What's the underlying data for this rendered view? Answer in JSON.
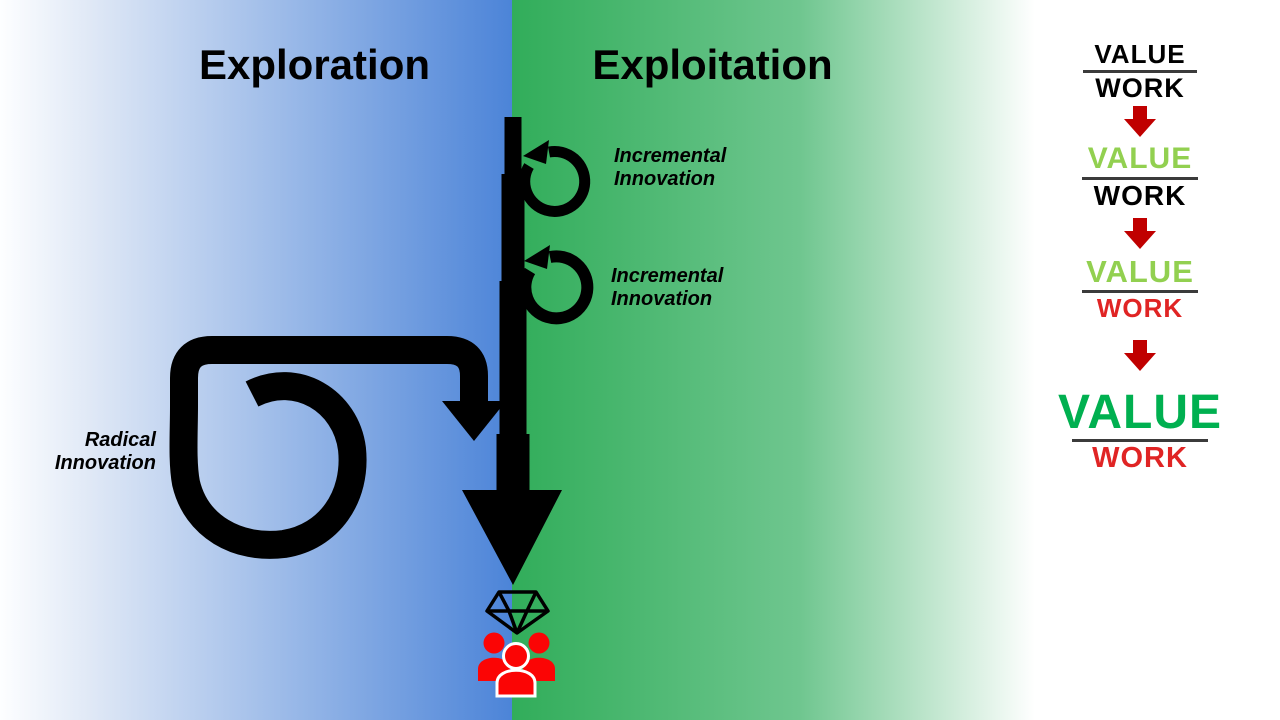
{
  "panels": {
    "exploration": {
      "title": "Exploration"
    },
    "exploitation": {
      "title": "Exploitation"
    }
  },
  "flow_labels": {
    "incremental_1": "Incremental\nInnovation",
    "incremental_2": "Incremental\nInnovation",
    "radical": "Radical\nInnovation"
  },
  "icons": {
    "main_arrow": "stepped-down-arrow",
    "incremental_loops": "clockwise-loop-arrow",
    "radical_loop": "large-loopback-arrow",
    "diamond": "gem-outline",
    "people": "three-person-group",
    "red_arrow": "bold-down-arrow"
  },
  "colors": {
    "exploration_blue": "#4C84D8",
    "exploitation_green": "#31AD5A",
    "diagram_black": "#000000",
    "step_arrow_red": "#C00000",
    "people_red": "#FB0505",
    "value_light_green": "#92D050",
    "value_dark_green": "#00B050",
    "work_red": "#E02424",
    "text_black": "#000000"
  },
  "right_column": {
    "fractions": [
      {
        "numerator": "VALUE",
        "denominator": "WORK",
        "numerator_color": "#000000",
        "denominator_color": "#000000"
      },
      {
        "numerator": "VALUE",
        "denominator": "WORK",
        "numerator_color": "#92D050",
        "denominator_color": "#000000"
      },
      {
        "numerator": "VALUE",
        "denominator": "WORK",
        "numerator_color": "#92D050",
        "denominator_color": "#E02424"
      },
      {
        "numerator": "VALUE",
        "denominator": "WORK",
        "numerator_color": "#00B050",
        "denominator_color": "#E02424"
      }
    ]
  }
}
